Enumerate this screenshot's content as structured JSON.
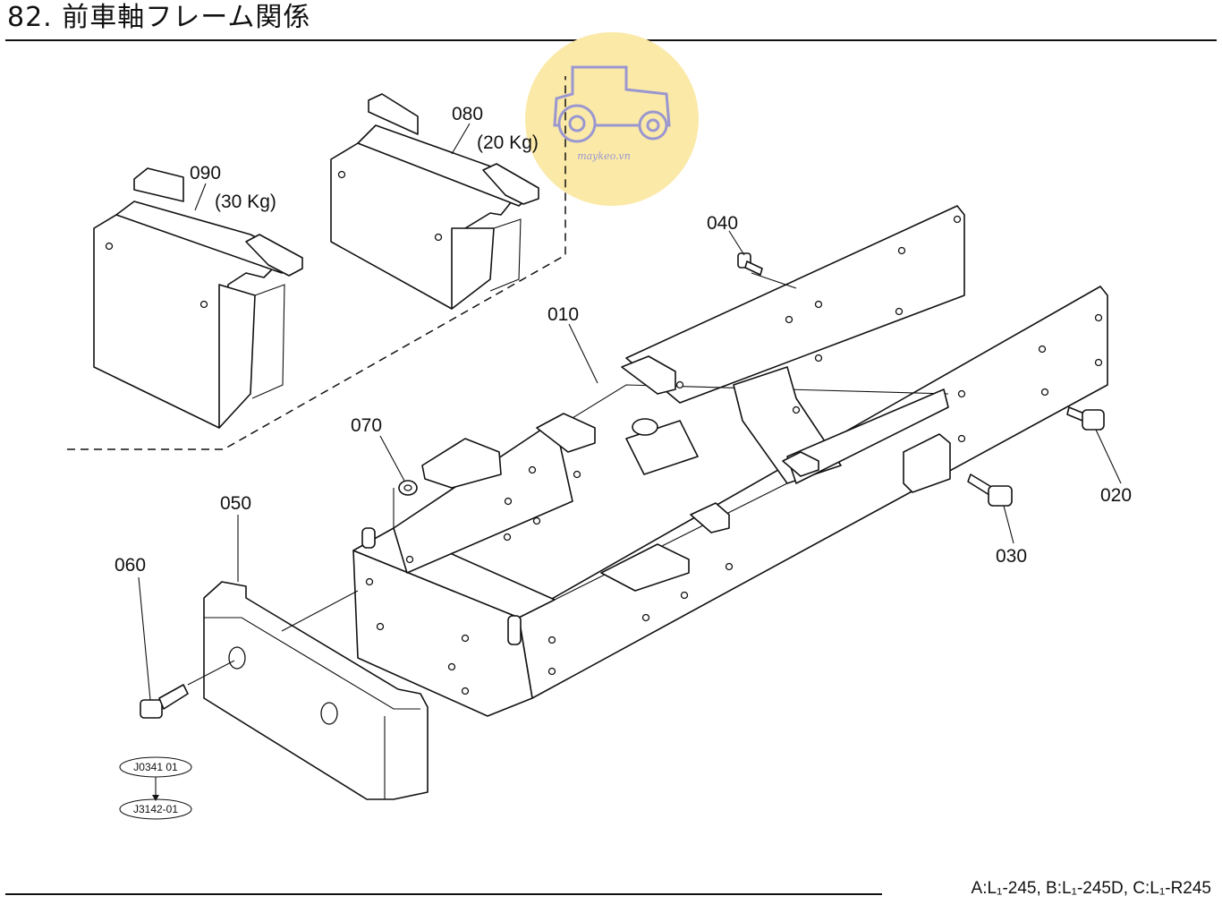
{
  "header": {
    "title": "82. 前車軸フレーム関係"
  },
  "watermark": {
    "text": "maykeo.vn",
    "color": "#fbe9a8",
    "icon": "tractor-icon"
  },
  "callouts": {
    "p010": "010",
    "p020": "020",
    "p030": "030",
    "p040": "040",
    "p050": "050",
    "p060": "060",
    "p070": "070",
    "p080": "080",
    "p080_weight": "(20 Kg)",
    "p090": "090",
    "p090_weight": "(30 Kg)"
  },
  "references": {
    "ref1": "J0341 01",
    "ref2": "J3142-01"
  },
  "footer": {
    "models": "A:L₁-245, B:L₁-245D, C:L₁-R245"
  }
}
